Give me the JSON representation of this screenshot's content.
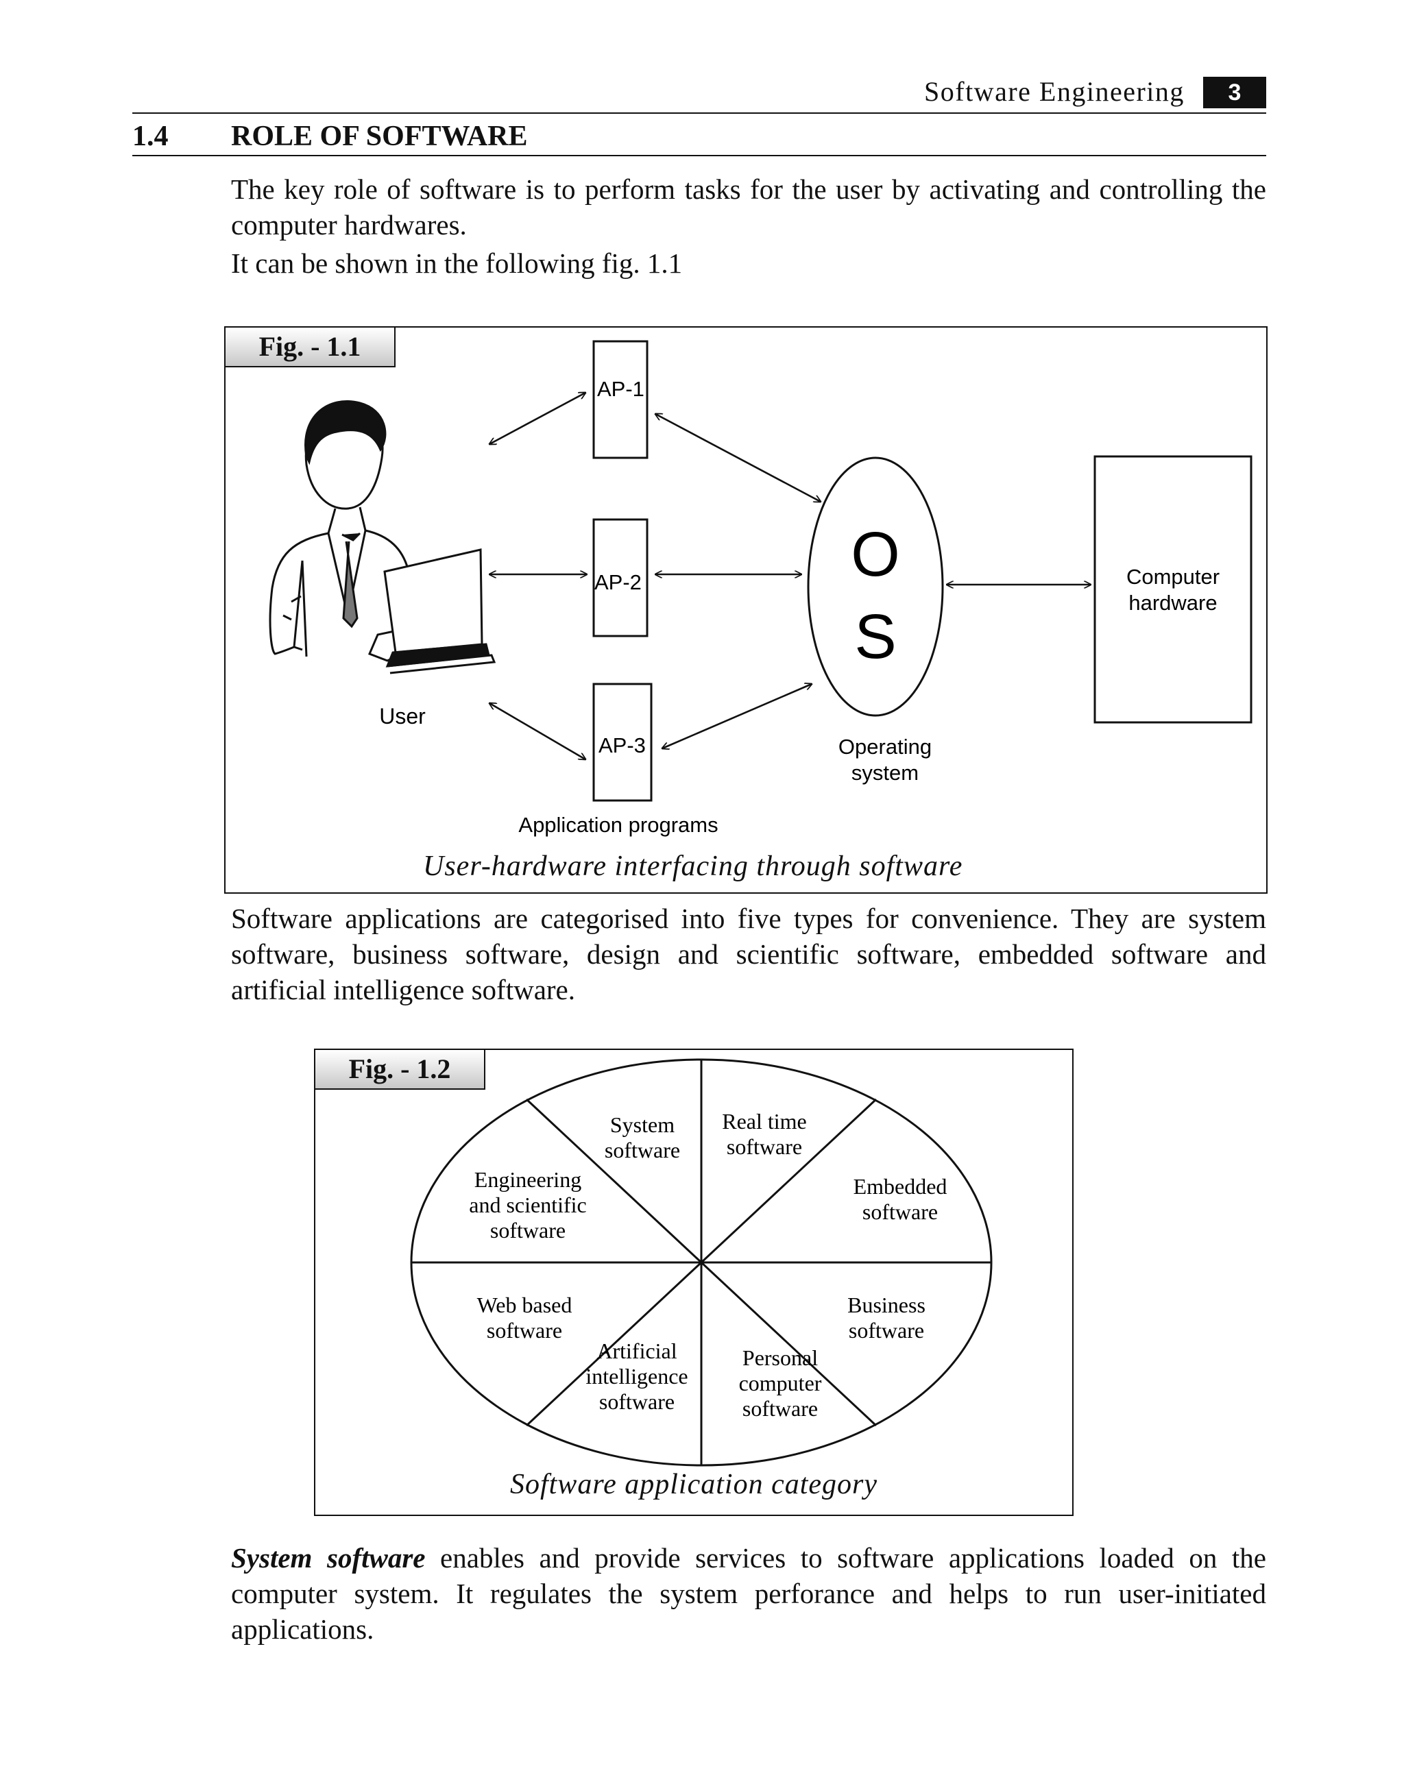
{
  "header": {
    "title": "Software Engineering",
    "page_number": "3"
  },
  "section": {
    "number": "1.4",
    "title": "ROLE OF SOFTWARE"
  },
  "intro": {
    "line1": "The key role of software is to perform tasks for the user by activating and controlling the computer hardwares.",
    "line2": "It can be shown in the following fig. 1.1"
  },
  "fig1": {
    "tag": "Fig. - 1.1",
    "user_label": "User",
    "ap_labels": [
      "AP-1",
      "AP-2",
      "AP-3"
    ],
    "apps_label": "Application programs",
    "os_letters": "O S",
    "os_label_line1": "Operating",
    "os_label_line2": "system",
    "hardware_label_line1": "Computer",
    "hardware_label_line2": "hardware",
    "caption": "User-hardware interfacing through software"
  },
  "categories_paragraph": "Software applications are categorised into five types for convenience. They are system software, business software, design and scientific software, embedded software and artificial intelligence software.",
  "fig2": {
    "tag": "Fig. - 1.2",
    "segments": [
      {
        "lines": [
          "System",
          "software"
        ]
      },
      {
        "lines": [
          "Real time",
          "software"
        ]
      },
      {
        "lines": [
          "Embedded",
          "software"
        ]
      },
      {
        "lines": [
          "Business",
          "software"
        ]
      },
      {
        "lines": [
          "Personal",
          "computer",
          "software"
        ]
      },
      {
        "lines": [
          "Artificial",
          "intelligence",
          "software"
        ]
      },
      {
        "lines": [
          "Web based",
          "software"
        ]
      },
      {
        "lines": [
          "Engineering",
          "and scientific",
          "software"
        ]
      }
    ],
    "caption": "Software application category"
  },
  "system_paragraph": {
    "term": "System software",
    "rest": " enables and provide services to software applications loaded on the computer system. It regulates the system perforance and helps to run user-initiated applications."
  }
}
